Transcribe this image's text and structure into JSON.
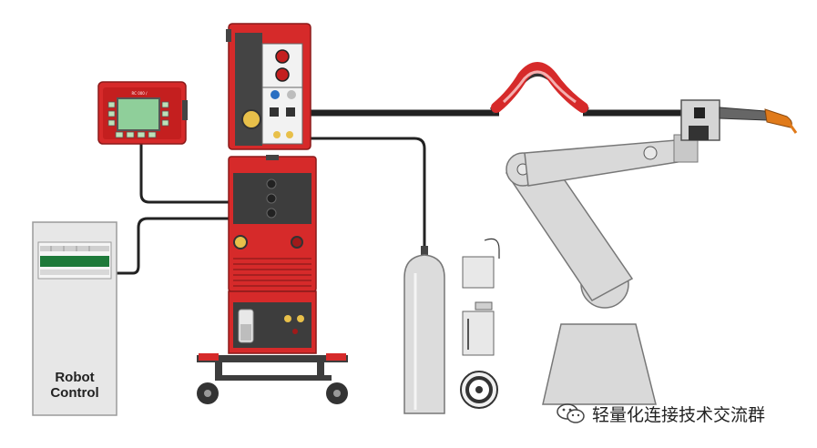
{
  "robot_control": {
    "line1": "Robot",
    "line2": "Control"
  },
  "pendant": {
    "model_label": "RC 000 / "
  },
  "watermark": {
    "text": "轻量化连接技术交流群",
    "icon": "wechat-icon"
  },
  "colors": {
    "machine_red": "#d62a2a",
    "panel_dark": "#3d3d3d",
    "cabinet_gray": "#e7e7e7",
    "display_green": "#1e7a3a",
    "robot_gray": "#d9d9d9",
    "cable": "#222222"
  }
}
